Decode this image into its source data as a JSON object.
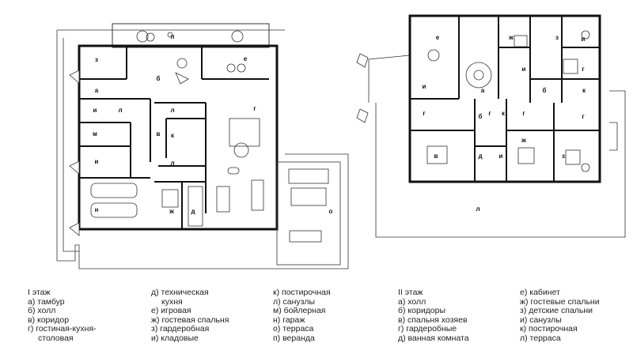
{
  "floor1": {
    "rooms": {
      "a": "а",
      "b": "б",
      "v": "в",
      "g": "г",
      "d": "д",
      "e": "е",
      "zh": "ж",
      "z": "з",
      "i1": "и",
      "i2": "и",
      "k": "к",
      "l1": "л",
      "l2": "л",
      "l3": "л",
      "m": "м",
      "n": "н",
      "o": "о",
      "p": "п"
    },
    "legend": {
      "col1": [
        "I этаж",
        "а) тамбур",
        "б) холл",
        "в) коридор",
        "г) гостиная-кухня-",
        "столовая"
      ],
      "col2": [
        "д) техническая",
        "кухня",
        "е) игровая",
        "ж) гостевая спальня",
        "з) гардеробная",
        "и) кладовые"
      ],
      "col3": [
        "к) постирочная",
        "л) санузлы",
        "м) бойлерная",
        "н) гараж",
        "о) терраса",
        "п) веранда"
      ]
    }
  },
  "floor2": {
    "rooms": {
      "a": "а",
      "b": "б",
      "b2": "б",
      "v": "в",
      "g1": "г",
      "g2": "г",
      "g3": "г",
      "g4": "г",
      "g5": "г",
      "d": "д",
      "e": "е",
      "zh1": "ж",
      "zh2": "ж",
      "z1": "з",
      "z2": "з",
      "i1": "и",
      "i2": "и",
      "i3": "и",
      "i4": "и",
      "k1": "к",
      "k2": "к",
      "l": "л"
    },
    "legend": {
      "col1": [
        "II этаж",
        "а) холл",
        "б) коридоры",
        "в) спальня хозяев",
        "г) гардеробные",
        "д) ванная комната"
      ],
      "col2": [
        "е) кабинет",
        "ж) гостевые спальни",
        "з) детские спальни",
        "и) санузлы",
        "к) постирочная",
        "л) терраса"
      ]
    }
  }
}
